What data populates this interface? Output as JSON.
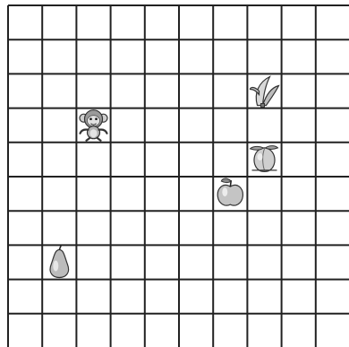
{
  "board": {
    "columns": 10,
    "rows": 10,
    "line_color": "#222222",
    "background": "#ffffff"
  },
  "pieces": [
    {
      "name": "monkey",
      "icon": "monkey-icon",
      "col": 2,
      "row": 3
    },
    {
      "name": "banana",
      "icon": "banana-icon",
      "col": 7,
      "row": 2
    },
    {
      "name": "peach",
      "icon": "peach-icon",
      "col": 7,
      "row": 4
    },
    {
      "name": "apple",
      "icon": "apple-icon",
      "col": 6,
      "row": 5
    },
    {
      "name": "pear",
      "icon": "pear-icon",
      "col": 1,
      "row": 7
    }
  ]
}
